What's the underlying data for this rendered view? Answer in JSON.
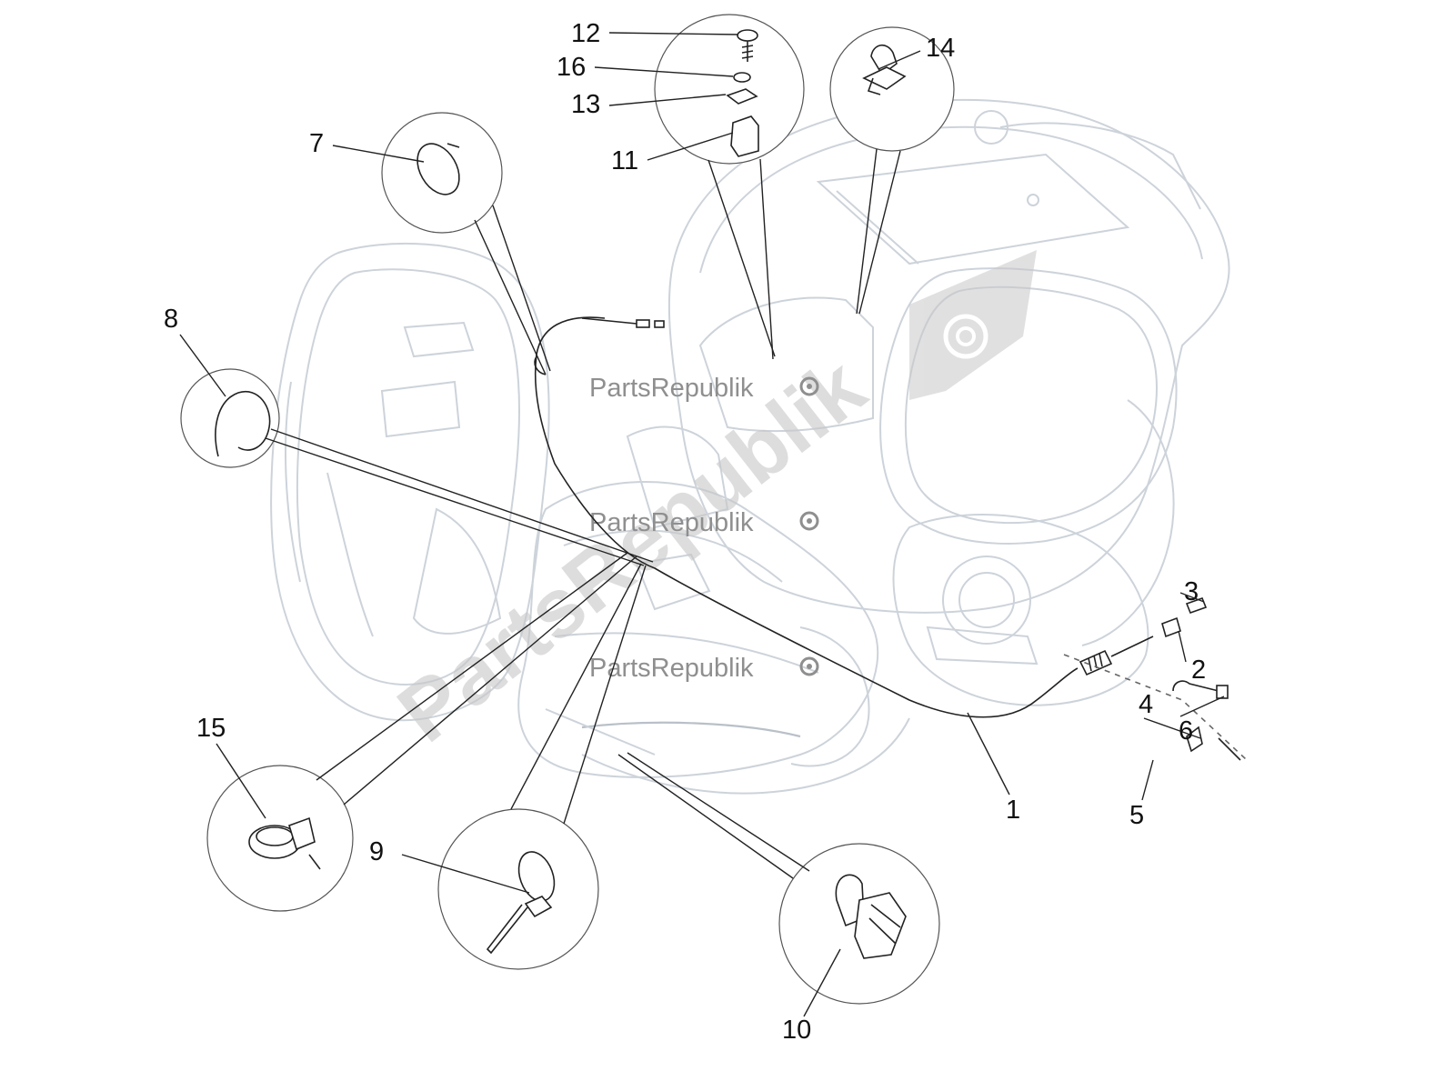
{
  "callouts": [
    "1",
    "2",
    "3",
    "4",
    "5",
    "6",
    "7",
    "8",
    "9",
    "10",
    "11",
    "12",
    "13",
    "14",
    "15",
    "16"
  ],
  "watermark": {
    "label": "PartsRepublik",
    "diagonal_label": "PartsRepublik",
    "logo_icon": "gear-icon"
  },
  "colors": {
    "background": "#ffffff",
    "body_outline": "#cdd3da",
    "ink": "#222222",
    "watermark": "#c8c8c8"
  }
}
